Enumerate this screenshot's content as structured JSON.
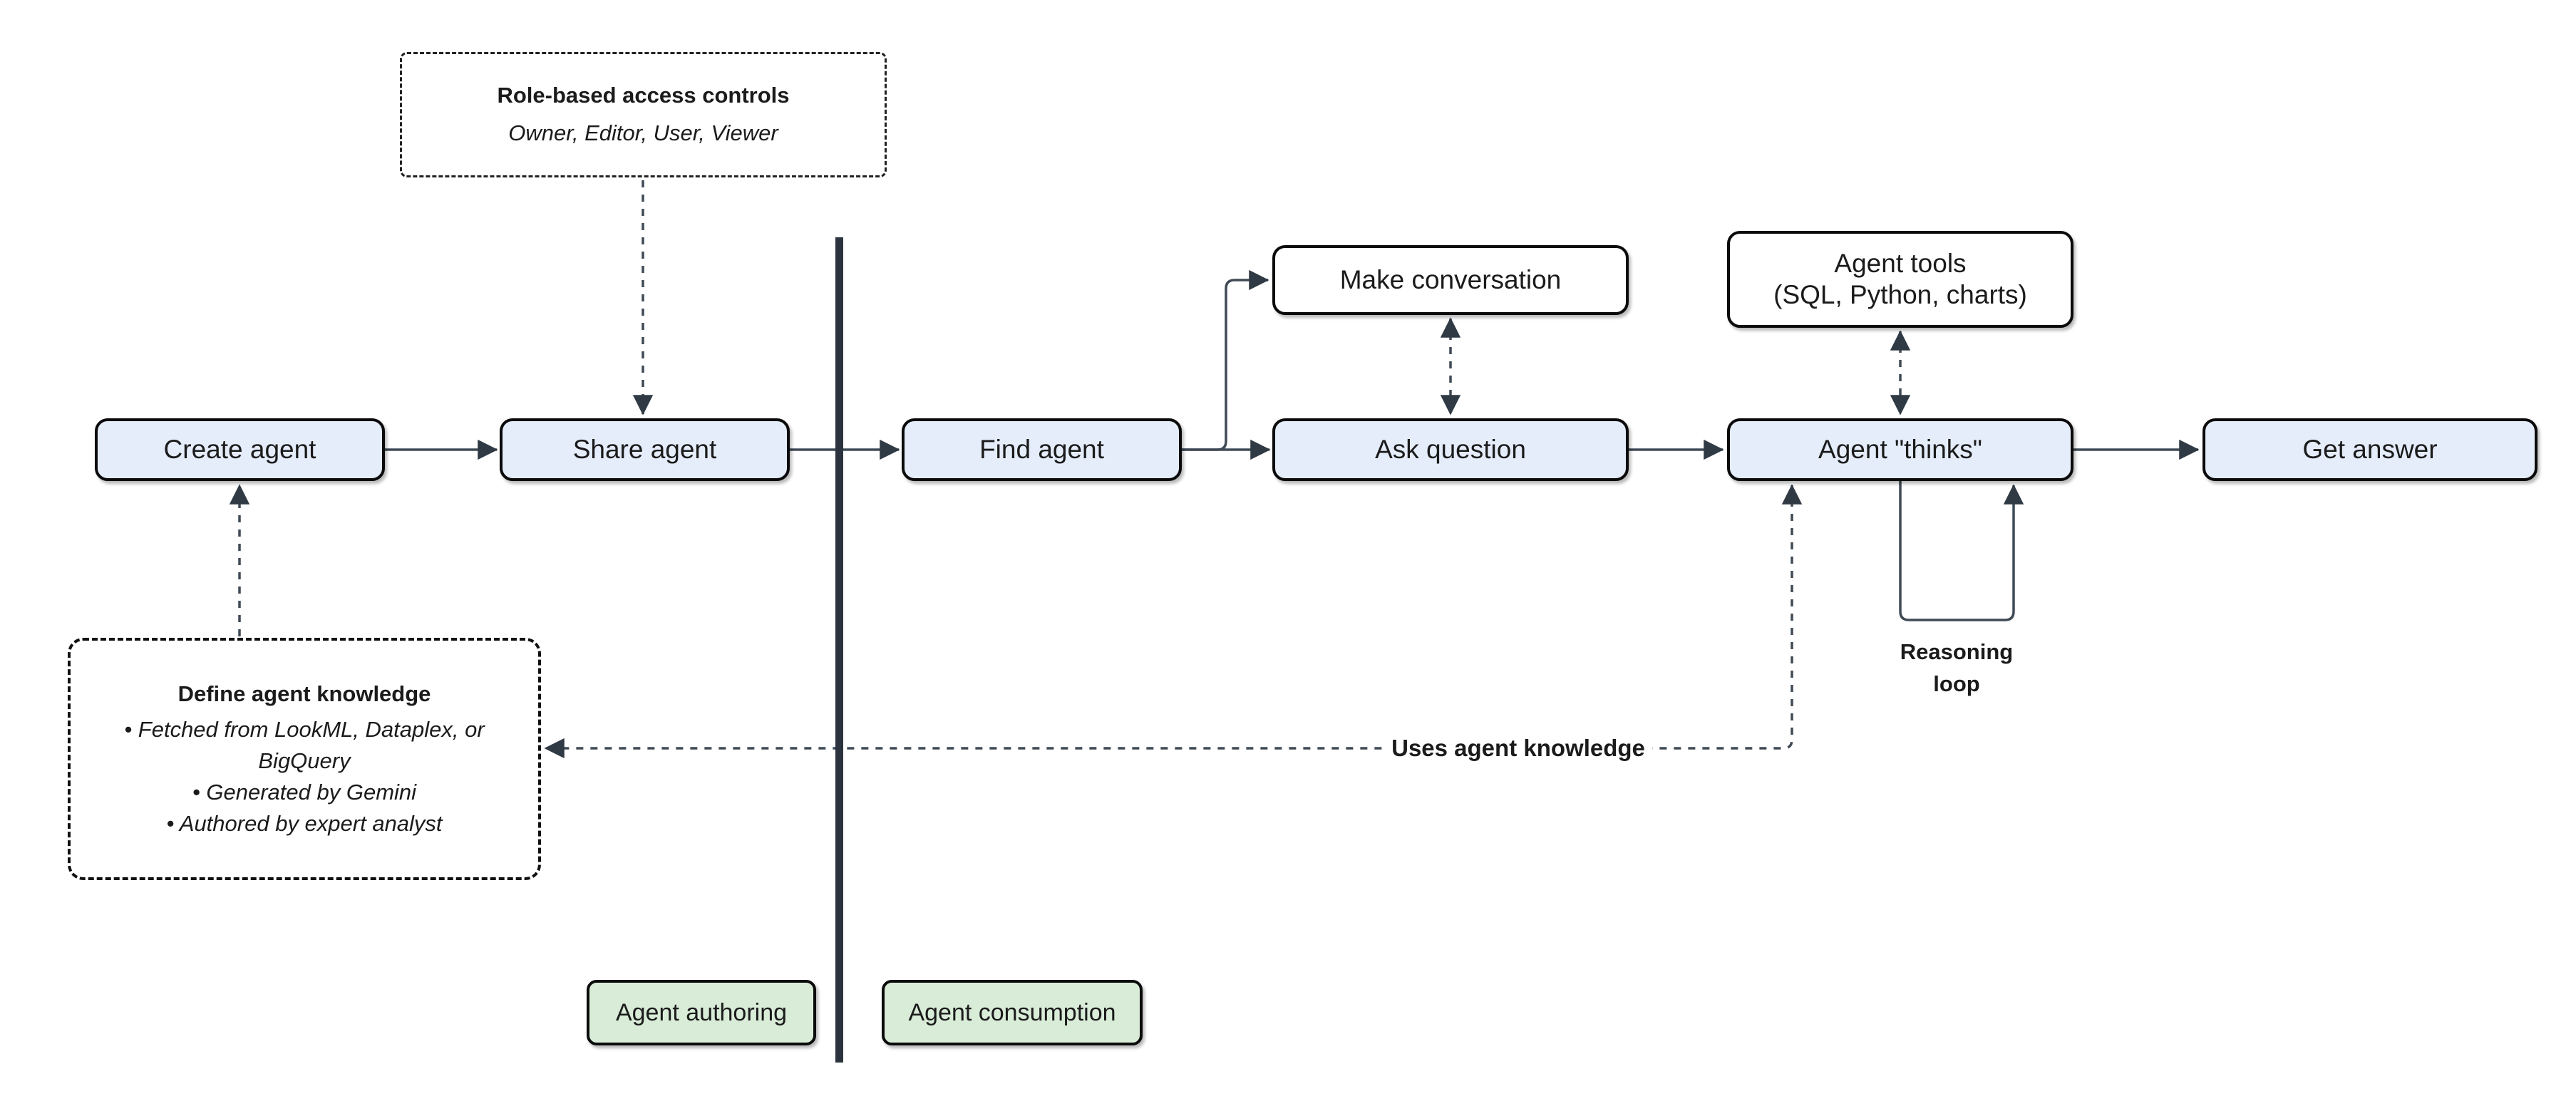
{
  "diagram": {
    "nodes": {
      "create_agent": "Create agent",
      "share_agent": "Share agent",
      "find_agent": "Find agent",
      "make_conversation": "Make conversation",
      "ask_question": "Ask question",
      "agent_tools": {
        "line1": "Agent tools",
        "line2": "(SQL, Python, charts)"
      },
      "agent_thinks": "Agent \"thinks\"",
      "get_answer": "Get answer"
    },
    "callouts": {
      "rbac": {
        "title": "Role-based access controls",
        "subtitle": "Owner, Editor, User, Viewer"
      },
      "define_knowledge": {
        "title": "Define agent knowledge",
        "bullets": [
          "• Fetched from LookML, Dataplex, or BigQuery",
          "• Generated by Gemini",
          "• Authored by expert analyst"
        ]
      }
    },
    "edge_labels": {
      "uses_agent_knowledge": "Uses agent knowledge",
      "reasoning_loop": "Reasoning loop"
    },
    "lanes": {
      "authoring": "Agent authoring",
      "consumption": "Agent consumption"
    },
    "colors": {
      "node_fill": "#e5edfb",
      "tool_fill": "#ffffff",
      "lane_fill": "#d9ecd8",
      "wire": "#3f4a55",
      "wire_head": "#303a44",
      "divider": "#2b343e",
      "border": "#0b0b0b",
      "ink": "#1b1b1b"
    }
  }
}
